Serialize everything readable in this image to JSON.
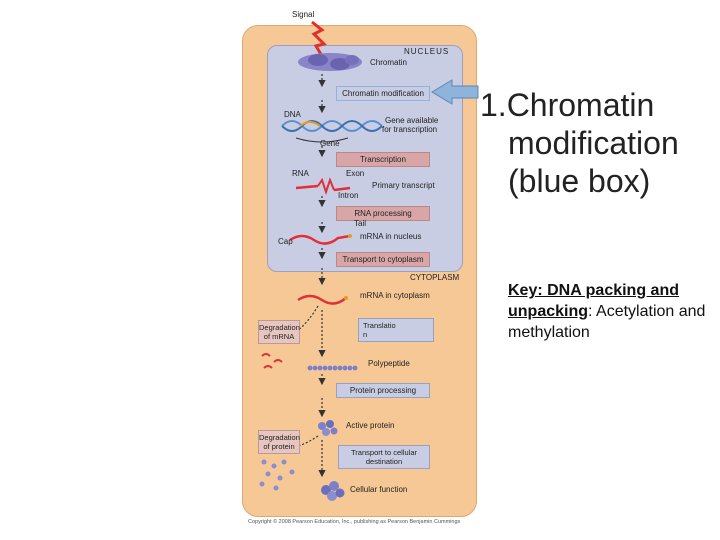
{
  "diagram": {
    "signal": "Signal",
    "nucleus": "NUCLEUS",
    "chromatin": "Chromatin",
    "chromatin_modification": "Chromatin modification",
    "dna": "DNA",
    "gene_available": "Gene available",
    "for_transcription": "for transcription",
    "gene": "Gene",
    "transcription": "Transcription",
    "rna": "RNA",
    "exon": "Exon",
    "primary_transcript": "Primary transcript",
    "intron": "Intron",
    "rna_processing": "RNA processing",
    "tail": "Tail",
    "mrna_in_nucleus": "mRNA in nucleus",
    "cap": "Cap",
    "transport_to_cytoplasm": "Transport to cytoplasm",
    "cytoplasm": "CYTOPLASM",
    "mrna_in_cytoplasm": "mRNA in cytoplasm",
    "degradation_mrna_1": "Degradation",
    "degradation_mrna_2": "of mRNA",
    "translation_1": "Translatio",
    "translation_2": "n",
    "polypeptide": "Polypeptide",
    "protein_processing": "Protein processing",
    "active_protein": "Active protein",
    "degradation_protein_1": "Degradation",
    "degradation_protein_2": "of protein",
    "transport_cellular_1": "Transport to cellular",
    "transport_cellular_2": "destination",
    "cellular_function": "Cellular function",
    "copyright": "Copyright © 2008 Pearson Education, Inc., publishing as Pearson Benjamin Cummings"
  },
  "slide": {
    "heading_line1": "1.Chromatin",
    "heading_line2": "modification",
    "heading_line3": "(blue box)",
    "key_prefix": "Key:  DNA packing and unpacking",
    "key_rest": ": Acetylation and methylation"
  },
  "colors": {
    "cell": "#f6c896",
    "nucleus": "#c9cde3",
    "step_box": "#d9a6a8",
    "highlight_arrow": "#8fb4dc",
    "rna_strand": "#e0303a",
    "dna_strand": "#5a8fd0",
    "protein": "#7c80c8"
  }
}
